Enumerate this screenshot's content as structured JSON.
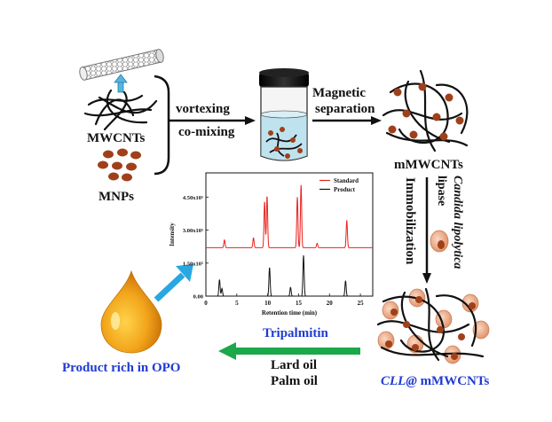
{
  "labels": {
    "mwcnts": "MWCNTs",
    "mnps": "MNPs",
    "vortexing": "vortexing",
    "co_mixing": "co-mixing",
    "magnetic": "Magnetic",
    "separation": "separation",
    "mmwcnts": "mMWCNTs",
    "immobilization": "Immobilization",
    "candida": "Candida lipolytica",
    "lipase": "lipase",
    "cll_prefix": "CLL@",
    "cll_suffix": " mMWCNTs",
    "tripalmitin": "Tripalmitin",
    "lard_oil": "Lard oil",
    "palm_oil": "Palm oil",
    "product": "Product rich in OPO"
  },
  "colors": {
    "standard": "#e8231f",
    "product": "#111111",
    "arrow_green": "#1aa84a",
    "arrow_blue": "#29a8e0",
    "text_blue": "#1f3bd1",
    "nanoparticle": "#a0401a",
    "enzyme": "#e9a07a"
  },
  "chart_data": {
    "type": "line",
    "xlabel": "Retention time (min)",
    "ylabel": "Intensity",
    "xlim": [
      0,
      27
    ],
    "ylim": [
      0,
      5.6
    ],
    "xticks": [
      0,
      5,
      10,
      15,
      20,
      25
    ],
    "yticks": [
      {
        "value": 0,
        "label": "0.00"
      },
      {
        "value": 1.5,
        "label": "1.50x10⁵"
      },
      {
        "value": 3.0,
        "label": "3.00x10⁵"
      },
      {
        "value": 4.5,
        "label": "4.50x10⁵"
      }
    ],
    "legend": "top-right",
    "series": [
      {
        "name": "Standard",
        "baseline": 2.2,
        "peaks": [
          [
            3.0,
            0.35
          ],
          [
            7.7,
            0.45
          ],
          [
            9.5,
            2.1
          ],
          [
            9.9,
            2.35
          ],
          [
            14.8,
            2.3
          ],
          [
            15.4,
            2.85
          ],
          [
            18.0,
            0.2
          ],
          [
            22.8,
            1.25
          ]
        ]
      },
      {
        "name": "Product",
        "baseline": 0.0,
        "peaks": [
          [
            2.2,
            0.75
          ],
          [
            2.6,
            0.35
          ],
          [
            10.3,
            1.3
          ],
          [
            13.7,
            0.4
          ],
          [
            15.8,
            1.85
          ],
          [
            22.6,
            0.7
          ]
        ]
      }
    ]
  }
}
